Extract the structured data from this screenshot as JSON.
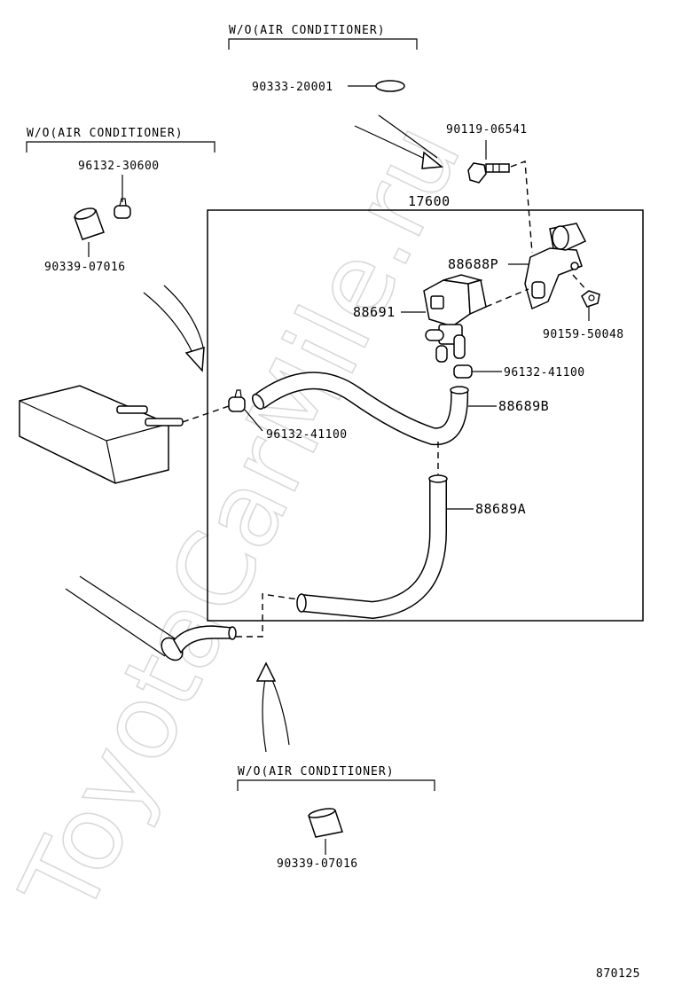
{
  "notes": {
    "top": "W/O(AIR CONDITIONER)",
    "left": "W/O(AIR CONDITIONER)",
    "bottom": "W/O(AIR CONDITIONER)"
  },
  "parts": {
    "p90333_20001": "90333-20001",
    "p90119_06541": "90119-06541",
    "p96132_30600": "96132-30600",
    "p90339_07016_top": "90339-07016",
    "p17600": "17600",
    "p88688P": "88688P",
    "p88691": "88691",
    "p90159_50048": "90159-50048",
    "p96132_41100_right": "96132-41100",
    "p96132_41100_left": "96132-41100",
    "p88689B": "88689B",
    "p88689A": "88689A",
    "p90339_07016_bottom": "90339-07016"
  },
  "diagram_code": "870125",
  "watermark": "ToyotaCarMile.ru"
}
